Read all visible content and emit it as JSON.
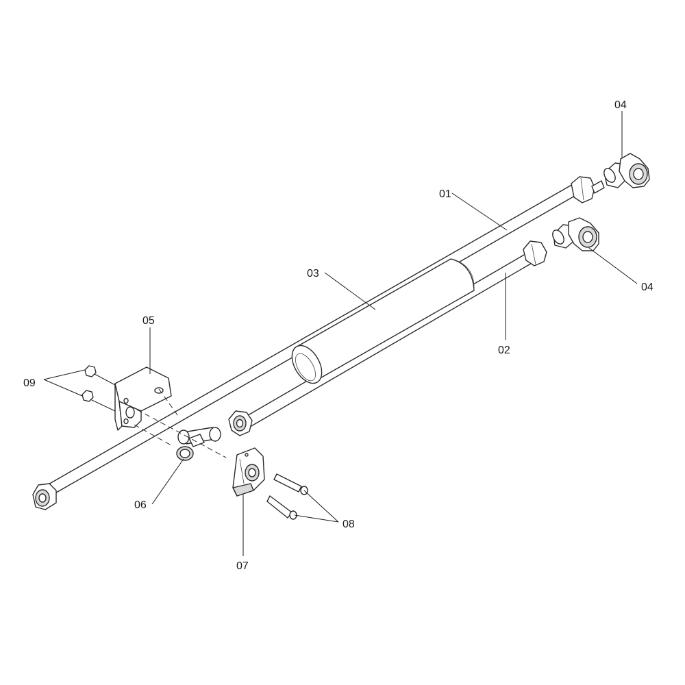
{
  "callouts": {
    "c01": "01",
    "c02": "02",
    "c03": "03",
    "c04_top": "04",
    "c04_right": "04",
    "c05": "05",
    "c06": "06",
    "c07": "07",
    "c08": "08",
    "c09": "09"
  }
}
